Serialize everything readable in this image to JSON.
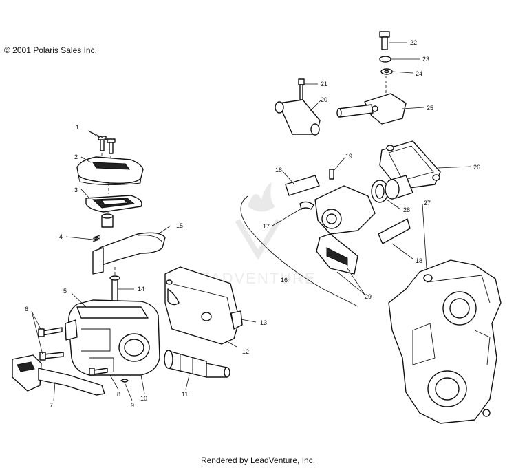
{
  "copyright": "© 2001 Polaris Sales Inc.",
  "footer": "Rendered by LeadVenture, Inc.",
  "watermark": "LEADVENTURE",
  "callouts": [
    "1",
    "2",
    "3",
    "4",
    "5",
    "6",
    "7",
    "8",
    "9",
    "10",
    "11",
    "12",
    "13",
    "14",
    "15",
    "16",
    "17",
    "18",
    "19",
    "20",
    "21",
    "22",
    "23",
    "24",
    "25",
    "26",
    "27",
    "28",
    "29"
  ]
}
